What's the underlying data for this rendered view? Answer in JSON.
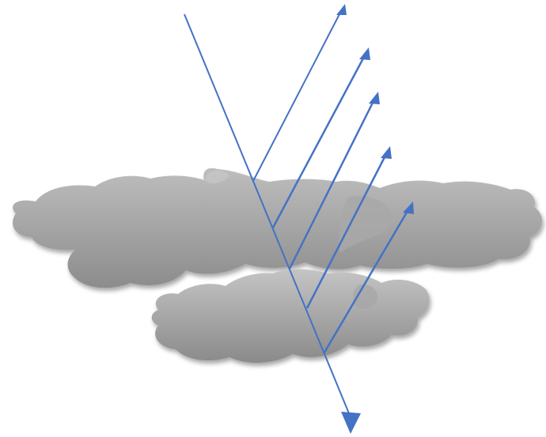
{
  "diagram": {
    "description_kind": "ray-scattering-through-clouds",
    "colors": {
      "background": "#ffffff",
      "ray": "#4472C4",
      "cloud_fill_light": "#b9b9b9",
      "cloud_fill_dark": "#8f8f8f",
      "cloud_shadow": "#cfcfcf"
    },
    "elements": [
      {
        "name": "cloud-back",
        "kind": "cloud"
      },
      {
        "name": "cloud-front",
        "kind": "cloud"
      },
      {
        "name": "incident-ray",
        "kind": "arrow",
        "direction": "down"
      },
      {
        "name": "scattered-ray-1",
        "kind": "arrow",
        "direction": "up"
      },
      {
        "name": "scattered-ray-2",
        "kind": "arrow",
        "direction": "up"
      },
      {
        "name": "scattered-ray-3",
        "kind": "arrow",
        "direction": "up"
      },
      {
        "name": "scattered-ray-4",
        "kind": "arrow",
        "direction": "up"
      },
      {
        "name": "scattered-ray-5",
        "kind": "arrow",
        "direction": "up"
      }
    ]
  }
}
